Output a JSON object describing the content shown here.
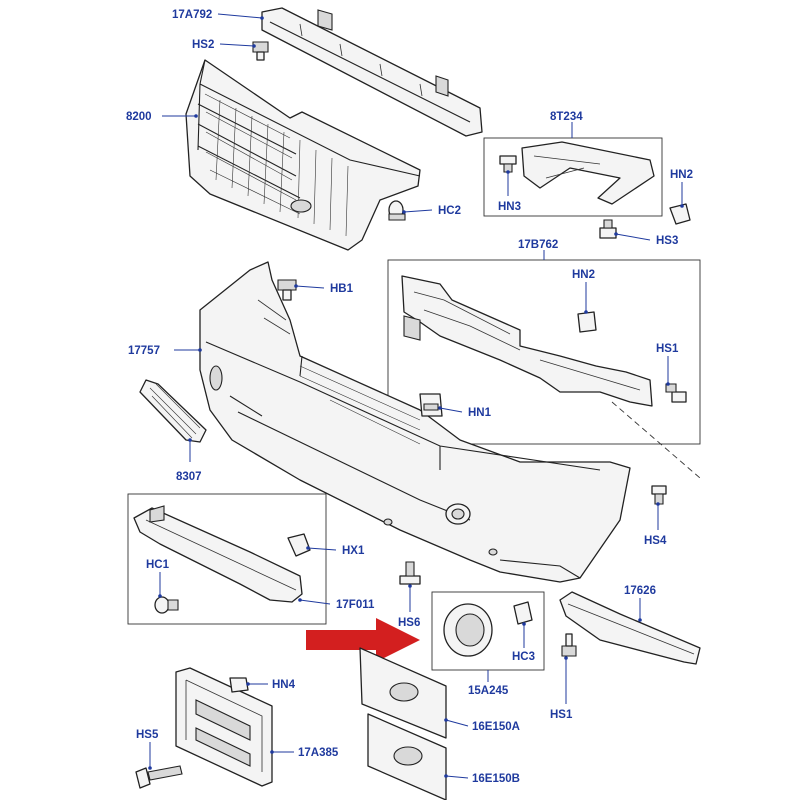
{
  "callouts": {
    "c17A792": "17A792",
    "cHS2": "HS2",
    "c8200": "8200",
    "c8T234": "8T234",
    "cHN2a": "HN2",
    "cHN3": "HN3",
    "cHS3": "HS3",
    "cHC2": "HC2",
    "c17B762": "17B762",
    "cHB1": "HB1",
    "cHN2b": "HN2",
    "c17757": "17757",
    "cHS1a": "HS1",
    "cHN1": "HN1",
    "c8307": "8307",
    "cHS4": "HS4",
    "cHX1": "HX1",
    "cHC1": "HC1",
    "c17F011": "17F011",
    "cHS6": "HS6",
    "c17626": "17626",
    "cHC3": "HC3",
    "c15A245": "15A245",
    "cHN4": "HN4",
    "cHS1b": "HS1",
    "c16E150A": "16E150A",
    "cHS5": "HS5",
    "c17A385": "17A385",
    "c16E150B": "16E150B"
  },
  "colors": {
    "callout": "#1f3a9e",
    "arrow": "#d31f1f",
    "outline": "#222222"
  },
  "icons": {
    "pointer": "red-arrow-icon",
    "badge": "oval-badge-icon"
  }
}
